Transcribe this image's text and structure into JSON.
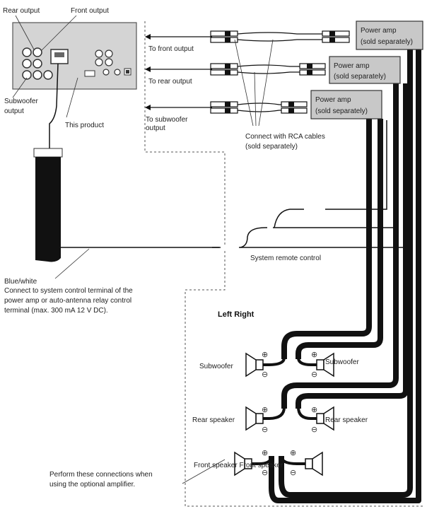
{
  "labels": {
    "rear_output": "Rear output",
    "front_output": "Front output",
    "subwoofer_output_1": "Subwoofer",
    "subwoofer_output_2": "output",
    "this_product": "This product",
    "to_front_output": "To front output",
    "to_rear_output": "To rear output",
    "to_subwoofer_output_1": "To subwoofer",
    "to_subwoofer_output_2": "output",
    "connect_rca_1": "Connect with RCA cables",
    "connect_rca_2": "(sold separately)",
    "system_remote_control": "System remote control",
    "blue_white": "Blue/white",
    "connect_system_1": "Connect to system control terminal of the",
    "connect_system_2": "power amp or auto-antenna relay control",
    "connect_system_3": "terminal (max. 300 mA 12 V DC).",
    "left_right": "Left Right",
    "subwoofer_left": "Subwoofer",
    "subwoofer_right": "Subwoofer",
    "rear_speaker_left": "Rear speaker",
    "rear_speaker_right": "Rear speaker",
    "front_speaker": "Front speaker Front speaker",
    "perform_1": "Perform these connections when",
    "perform_2": "using the optional amplifier.",
    "plus": "⊕",
    "minus": "⊖"
  },
  "amps": [
    {
      "line1": "Power amp",
      "line2": "(sold separately)"
    },
    {
      "line1": "Power amp",
      "line2": "(sold separately)"
    },
    {
      "line1": "Power amp",
      "line2": "(sold separately)"
    }
  ],
  "colors": {
    "amp_fill": "#c8c8c8",
    "unit_fill": "#d4d4d4",
    "cable": "#111111"
  }
}
